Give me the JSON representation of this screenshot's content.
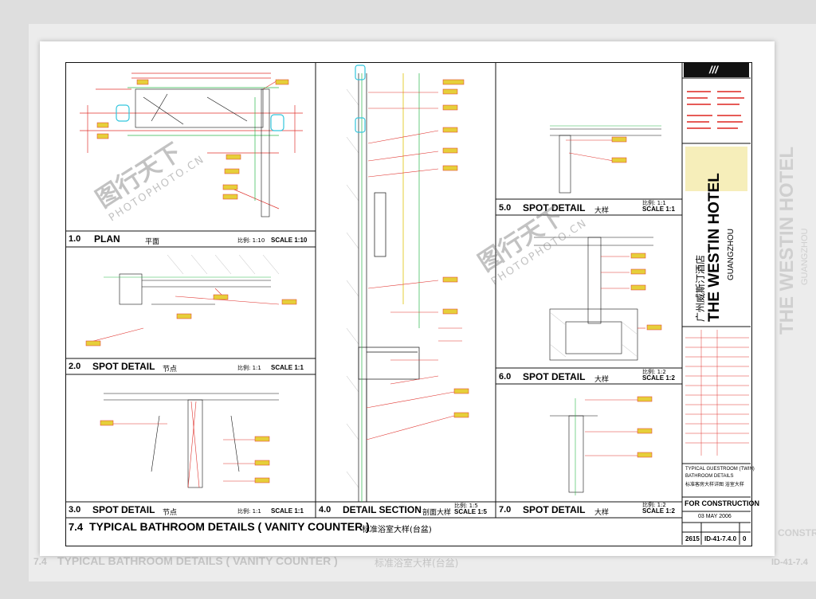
{
  "panels": {
    "p1": {
      "num": "1.0",
      "title": "PLAN",
      "cn": "平面",
      "ratio": "比例: 1:10",
      "scale": "SCALE 1:10"
    },
    "p2": {
      "num": "2.0",
      "title": "SPOT DETAIL",
      "cn": "节点",
      "ratio": "比例: 1:1",
      "scale": "SCALE 1:1"
    },
    "p3": {
      "num": "3.0",
      "title": "SPOT DETAIL",
      "cn": "节点",
      "ratio": "比例: 1:1",
      "scale": "SCALE 1:1"
    },
    "p4": {
      "num": "4.0",
      "title": "DETAIL SECTION",
      "cn": "剖面大样",
      "ratio": "比例: 1:5",
      "scale": "SCALE 1:5"
    },
    "p5": {
      "num": "5.0",
      "title": "SPOT DETAIL",
      "cn": "大样",
      "ratio": "比例: 1:1",
      "scale": "SCALE 1:1"
    },
    "p6": {
      "num": "6.0",
      "title": "SPOT DETAIL",
      "cn": "大样",
      "ratio": "比例: 1:2",
      "scale": "SCALE 1:2"
    },
    "p7": {
      "num": "7.0",
      "title": "SPOT DETAIL",
      "cn": "大样",
      "ratio": "比例: 1:2",
      "scale": "SCALE 1:2"
    }
  },
  "sheet": {
    "num": "7.4",
    "title": "TYPICAL BATHROOM DETAILS ( VANITY COUNTER )",
    "cn": "标准浴室大样(台盆)"
  },
  "title_block": {
    "logo": "///",
    "hotel_cn": "广州威斯汀酒店",
    "hotel": "THE WESTIN HOTEL",
    "city": "GUANGZHOU",
    "drawing_info_1": "TYPICAL GUESTROOM (TWIN)",
    "drawing_info_2": "BATHROOM DETAILS",
    "drawing_info_cn": "标准客房大样详图 浴室大样",
    "status": "FOR CONSTRUCTION",
    "date": "03 MAY 2006",
    "project_no": "2615",
    "drawing_no": "ID-41-7.4.0",
    "revision": "0"
  },
  "watermark": {
    "cn": "图行天下",
    "en": "PHOTOPHOTO.CN"
  },
  "background_sheet": {
    "title": "TYPICAL BATHROOM DETAILS ( VANITY COUNTER )",
    "cn": "标准浴室大样(台盆)",
    "num": "7.4",
    "hotel": "THE WESTIN HOTEL",
    "city": "GUANGZHOU",
    "status": "CONSTRUCTION",
    "drawing_no": "ID-41-7.4"
  },
  "colors": {
    "red": "#e0332e",
    "green": "#2bb84a",
    "cyan": "#33c6dd",
    "yellow": "#e6cf3a",
    "line": "#111111"
  }
}
